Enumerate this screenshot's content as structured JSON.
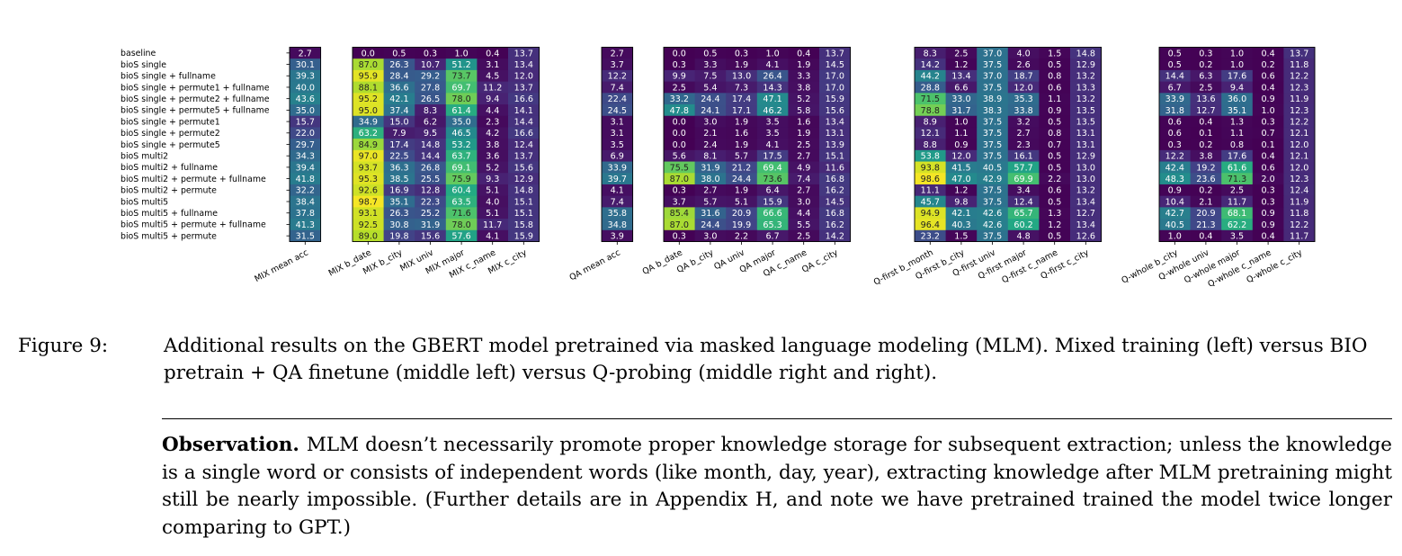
{
  "chart_data": {
    "type": "heatmap",
    "colormap": "viridis",
    "vmin": 0,
    "vmax": 100,
    "rows": [
      "baseline",
      "bioS single",
      "bioS single                  + fullname",
      "bioS single + permute1 + fullname",
      "bioS single + permute2 + fullname",
      "bioS single + permute5 + fullname",
      "bioS single + permute1",
      "bioS single + permute2",
      "bioS single + permute5",
      "bioS multi2",
      "bioS multi2                  + fullname",
      "bioS multi2 + permute  + fullname",
      "bioS multi2 + permute",
      "bioS multi5",
      "bioS multi5                  + fullname",
      "bioS multi5 + permute  + fullname",
      "bioS multi5 + permute"
    ],
    "panels": [
      {
        "columns": [
          "MIX mean acc"
        ],
        "values": [
          [
            2.7
          ],
          [
            30.1
          ],
          [
            39.3
          ],
          [
            40.0
          ],
          [
            43.6
          ],
          [
            35.0
          ],
          [
            15.7
          ],
          [
            22.0
          ],
          [
            29.7
          ],
          [
            34.3
          ],
          [
            39.4
          ],
          [
            41.8
          ],
          [
            32.2
          ],
          [
            38.4
          ],
          [
            37.8
          ],
          [
            41.3
          ],
          [
            31.5
          ]
        ]
      },
      {
        "columns": [
          "MIX b_date",
          "MIX b_city",
          "MIX univ",
          "MIX major",
          "MIX c_name",
          "MIX c_city"
        ],
        "values": [
          [
            0.0,
            0.5,
            0.3,
            1.0,
            0.4,
            13.7
          ],
          [
            87.0,
            26.3,
            10.7,
            51.2,
            3.1,
            13.4
          ],
          [
            95.9,
            28.4,
            29.2,
            73.7,
            4.5,
            12.0
          ],
          [
            88.1,
            36.6,
            27.8,
            69.7,
            11.2,
            13.7
          ],
          [
            95.2,
            42.1,
            26.5,
            78.0,
            9.4,
            16.6
          ],
          [
            95.0,
            37.4,
            8.3,
            61.4,
            4.4,
            14.1
          ],
          [
            34.9,
            15.0,
            6.2,
            35.0,
            2.3,
            14.4
          ],
          [
            63.2,
            7.9,
            9.5,
            46.5,
            4.2,
            16.6
          ],
          [
            84.9,
            17.4,
            14.8,
            53.2,
            3.8,
            12.4
          ],
          [
            97.0,
            22.5,
            14.4,
            63.7,
            3.6,
            13.7
          ],
          [
            93.7,
            36.3,
            26.8,
            69.1,
            5.2,
            15.6
          ],
          [
            95.3,
            38.5,
            25.5,
            75.9,
            9.3,
            12.9
          ],
          [
            92.6,
            16.9,
            12.8,
            60.4,
            5.1,
            14.8
          ],
          [
            98.7,
            35.1,
            22.3,
            63.5,
            4.0,
            15.1
          ],
          [
            93.1,
            26.3,
            25.2,
            71.6,
            5.1,
            15.1
          ],
          [
            92.5,
            30.8,
            31.9,
            78.0,
            11.7,
            15.8
          ],
          [
            89.0,
            19.8,
            15.6,
            57.6,
            4.1,
            15.9
          ]
        ]
      },
      {
        "columns": [
          "QA mean acc"
        ],
        "values": [
          [
            2.7
          ],
          [
            3.7
          ],
          [
            12.2
          ],
          [
            7.4
          ],
          [
            22.4
          ],
          [
            24.5
          ],
          [
            3.1
          ],
          [
            3.1
          ],
          [
            3.5
          ],
          [
            6.9
          ],
          [
            33.9
          ],
          [
            39.7
          ],
          [
            4.1
          ],
          [
            7.4
          ],
          [
            35.8
          ],
          [
            34.8
          ],
          [
            3.9
          ]
        ]
      },
      {
        "columns": [
          "QA b_date",
          "QA b_city",
          "QA univ",
          "QA major",
          "QA c_name",
          "QA c_city"
        ],
        "values": [
          [
            0.0,
            0.5,
            0.3,
            1.0,
            0.4,
            13.7
          ],
          [
            0.3,
            3.3,
            1.9,
            4.1,
            1.9,
            14.5
          ],
          [
            9.9,
            7.5,
            13.0,
            26.4,
            3.3,
            17.0
          ],
          [
            2.5,
            5.4,
            7.3,
            14.3,
            3.8,
            17.0
          ],
          [
            33.2,
            24.4,
            17.4,
            47.1,
            5.2,
            15.9
          ],
          [
            47.8,
            24.1,
            17.1,
            46.2,
            5.8,
            15.6
          ],
          [
            0.0,
            3.0,
            1.9,
            3.5,
            1.6,
            13.4
          ],
          [
            0.0,
            2.1,
            1.6,
            3.5,
            1.9,
            13.1
          ],
          [
            0.0,
            2.4,
            1.9,
            4.1,
            2.5,
            13.9
          ],
          [
            5.6,
            8.1,
            5.7,
            17.5,
            2.7,
            15.1
          ],
          [
            75.5,
            31.9,
            21.2,
            69.4,
            4.9,
            11.6
          ],
          [
            87.0,
            38.0,
            24.4,
            73.6,
            7.4,
            16.8
          ],
          [
            0.3,
            2.7,
            1.9,
            6.4,
            2.7,
            16.2
          ],
          [
            3.7,
            5.7,
            5.1,
            15.9,
            3.0,
            14.5
          ],
          [
            85.4,
            31.6,
            20.9,
            66.6,
            4.4,
            16.8
          ],
          [
            87.0,
            24.4,
            19.9,
            65.3,
            5.5,
            16.2
          ],
          [
            0.3,
            3.0,
            2.2,
            6.7,
            2.5,
            14.2
          ]
        ]
      },
      {
        "columns": [
          "Q-first b_month",
          "Q-first b_city",
          "Q-first univ",
          "Q-first major",
          "Q-first c_name",
          "Q-first c_city"
        ],
        "values": [
          [
            8.3,
            2.5,
            37.0,
            4.0,
            1.5,
            14.8
          ],
          [
            14.2,
            1.2,
            37.5,
            2.6,
            0.5,
            12.9
          ],
          [
            44.2,
            13.4,
            37.0,
            18.7,
            0.8,
            13.2
          ],
          [
            28.8,
            6.6,
            37.5,
            12.0,
            0.6,
            13.3
          ],
          [
            71.5,
            33.0,
            38.9,
            35.3,
            1.1,
            13.2
          ],
          [
            78.8,
            31.7,
            38.3,
            33.8,
            0.9,
            13.5
          ],
          [
            8.9,
            1.0,
            37.5,
            3.2,
            0.5,
            13.5
          ],
          [
            12.1,
            1.1,
            37.5,
            2.7,
            0.8,
            13.1
          ],
          [
            8.8,
            0.9,
            37.5,
            2.3,
            0.7,
            13.1
          ],
          [
            53.8,
            12.0,
            37.5,
            16.1,
            0.5,
            12.9
          ],
          [
            93.8,
            41.5,
            40.5,
            57.7,
            0.5,
            13.0
          ],
          [
            98.6,
            47.0,
            42.9,
            69.9,
            2.2,
            13.0
          ],
          [
            11.1,
            1.2,
            37.5,
            3.4,
            0.6,
            13.2
          ],
          [
            45.7,
            9.8,
            37.5,
            12.4,
            0.5,
            13.4
          ],
          [
            94.9,
            42.1,
            42.6,
            65.7,
            1.3,
            12.7
          ],
          [
            96.4,
            40.3,
            42.6,
            60.2,
            1.2,
            13.4
          ],
          [
            23.2,
            1.5,
            37.5,
            4.8,
            0.5,
            12.6
          ]
        ]
      },
      {
        "columns": [
          "Q-whole b_city",
          "Q-whole univ",
          "Q-whole major",
          "Q-whole c_name",
          "Q-whole c_city"
        ],
        "values": [
          [
            0.5,
            0.3,
            1.0,
            0.4,
            13.7
          ],
          [
            0.5,
            0.2,
            1.0,
            0.2,
            11.8
          ],
          [
            14.4,
            6.3,
            17.6,
            0.6,
            12.2
          ],
          [
            6.7,
            2.5,
            9.4,
            0.4,
            12.3
          ],
          [
            33.9,
            13.6,
            36.0,
            0.9,
            11.9
          ],
          [
            31.8,
            12.7,
            35.1,
            1.0,
            12.3
          ],
          [
            0.6,
            0.4,
            1.3,
            0.3,
            12.2
          ],
          [
            0.6,
            0.1,
            1.1,
            0.7,
            12.1
          ],
          [
            0.3,
            0.2,
            0.8,
            0.1,
            12.0
          ],
          [
            12.2,
            3.8,
            17.6,
            0.4,
            12.1
          ],
          [
            42.4,
            19.2,
            61.6,
            0.6,
            12.0
          ],
          [
            48.3,
            23.6,
            71.3,
            2.0,
            12.3
          ],
          [
            0.9,
            0.2,
            2.5,
            0.3,
            12.4
          ],
          [
            10.4,
            2.1,
            11.7,
            0.3,
            11.9
          ],
          [
            42.7,
            20.9,
            68.1,
            0.9,
            11.8
          ],
          [
            40.5,
            21.3,
            62.2,
            0.9,
            12.2
          ],
          [
            1.0,
            0.4,
            3.5,
            0.4,
            11.7
          ]
        ]
      }
    ]
  },
  "caption": {
    "label": "Figure 9:",
    "text": "Additional results on the GBERT model pretrained via masked language modeling (MLM). Mixed training (left) versus BIO pretrain + QA finetune (middle left) versus Q-probing (middle right and right)."
  },
  "observation": {
    "heading": "Observation.",
    "text": "MLM doesn’t necessarily promote proper knowledge storage for subsequent extraction; unless the knowledge is a single word or consists of independent words (like month, day, year), extracting knowledge after MLM pretraining might still be nearly impossible. (Further details are in Appendix H, and note we have pretrained trained the model twice longer comparing to GPT.)"
  }
}
